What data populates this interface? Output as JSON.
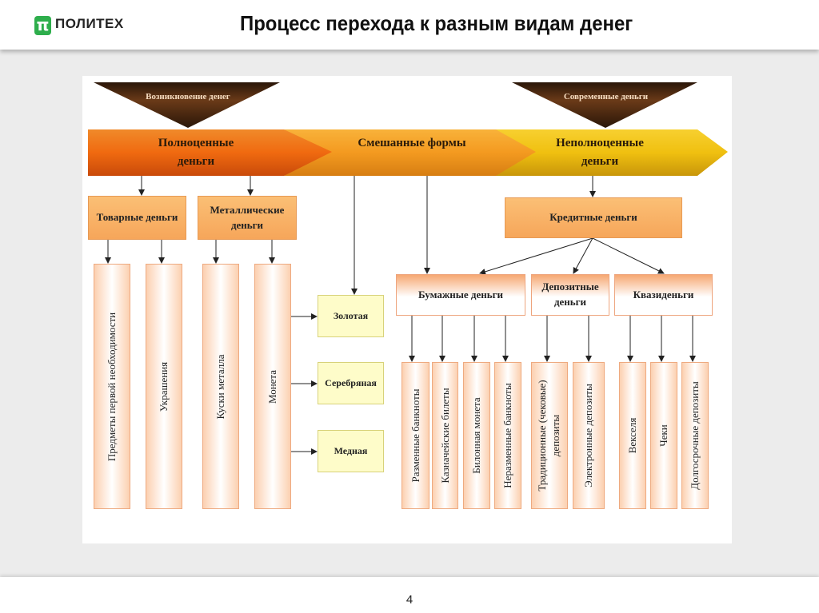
{
  "header": {
    "logo": "π",
    "brand": "ПОЛИТЕХ",
    "title": "Процесс перехода к разным видам денег"
  },
  "footer": {
    "page": "4"
  },
  "diagram": {
    "tri_left": "Возникновение денег",
    "tri_right": "Современные деньги",
    "band": [
      "Полноценные деньги",
      "Смешанные формы",
      "Неполноценные деньги"
    ],
    "commodity": "Товарные деньги",
    "metal": "Металлические деньги",
    "credit": "Кредитные деньги",
    "paper": "Бумажные деньги",
    "deposit": "Депозитные деньги",
    "quasi": "Квазиденьги",
    "coins": [
      "Золотая",
      "Серебряная",
      "Медная"
    ],
    "left_items": [
      "Предметы первой необходимости",
      "Украшения",
      "Куски металла",
      "Монета"
    ],
    "paper_items": [
      "Разменные банкноты",
      "Казначейские билеты",
      "Билонная монета",
      "Неразменные банкноты"
    ],
    "deposit_items": [
      "Традиционные (чековые) депозиты",
      "Электронные депозиты"
    ],
    "quasi_items": [
      "Векселя",
      "Чеки",
      "Долгосрочные депозиты"
    ]
  }
}
